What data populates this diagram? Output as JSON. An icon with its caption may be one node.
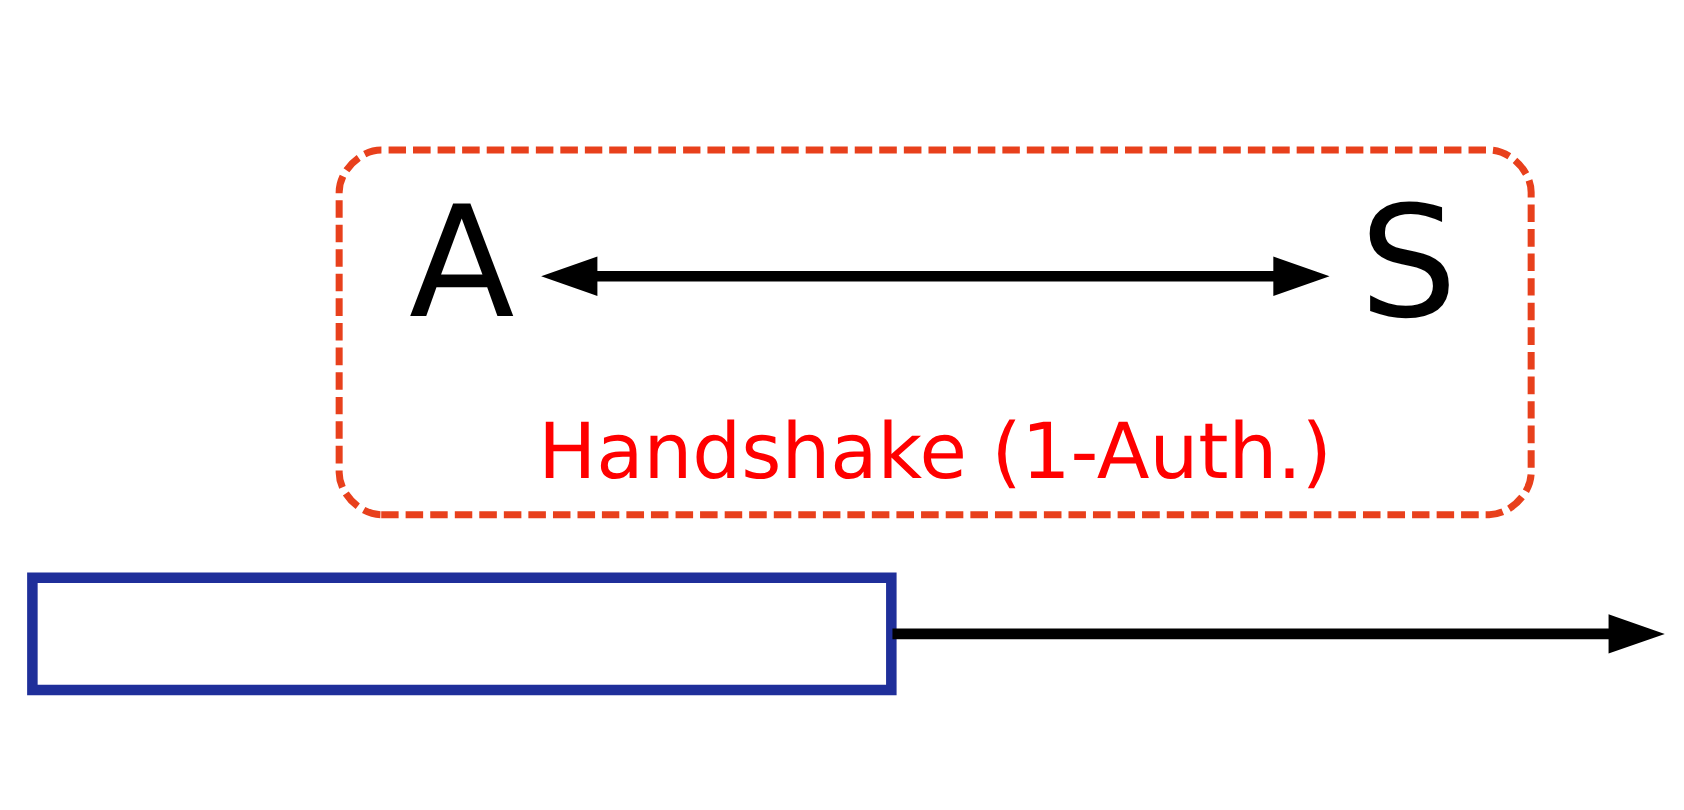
{
  "diagram": {
    "nodes": [
      {
        "text": [
          "Handshake (1-Auth.)"
        ]
      },
      {
        "text": [
          "A"
        ],
        "in": 0
      },
      {
        "text": [
          "S"
        ],
        "in": 0
      },
      {
        "text": [],
        "shape": "bar"
      }
    ],
    "edges": [
      {
        "from": 1,
        "to": 2,
        "arrow": "both"
      },
      {
        "from": 3,
        "to": null,
        "arrow": "to"
      }
    ]
  }
}
